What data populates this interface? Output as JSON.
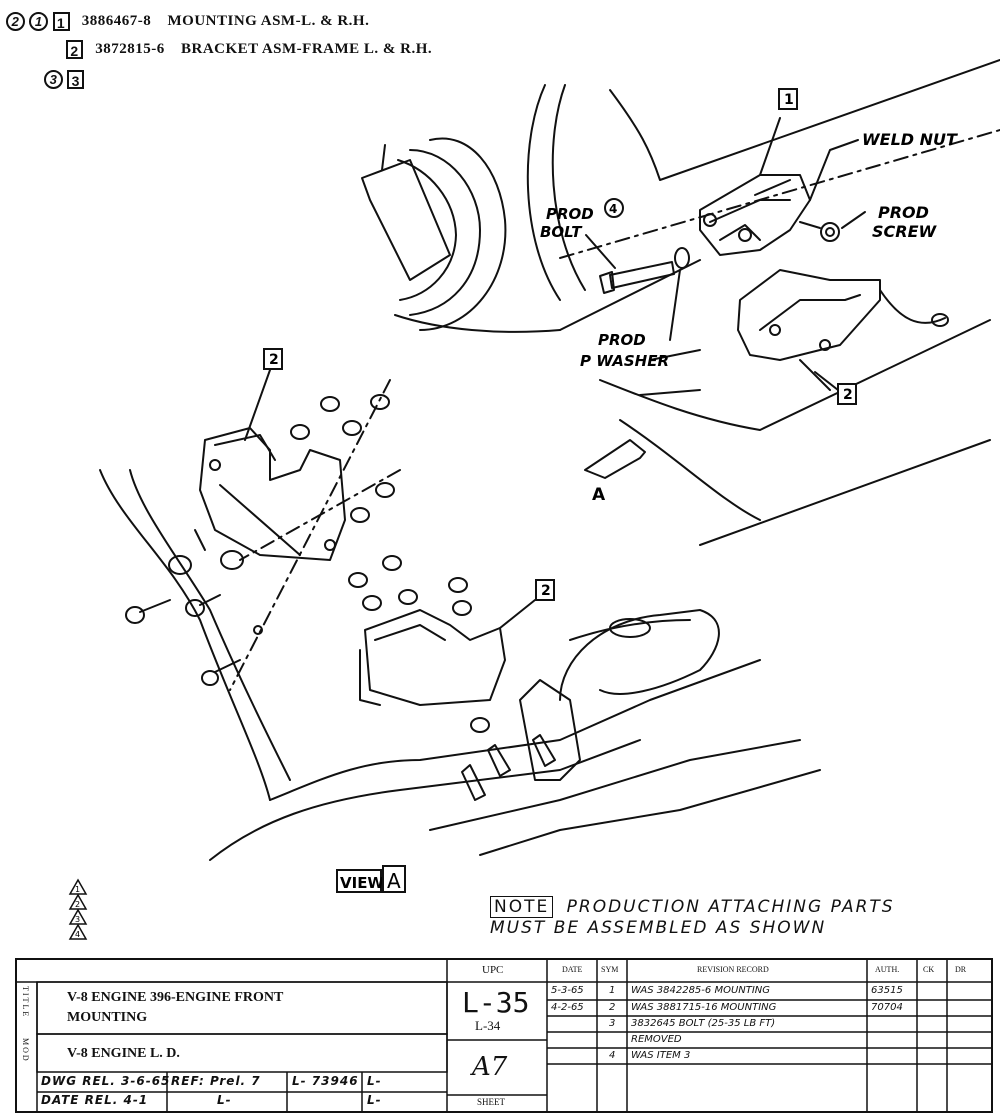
{
  "parts_list": [
    {
      "callouts": [
        "2",
        "1"
      ],
      "item": "1",
      "number": "3886467-8",
      "desc": "MOUNTING ASM-L. & R.H."
    },
    {
      "callouts": [],
      "item": "2",
      "number": "3872815-6",
      "desc": "BRACKET ASM-FRAME L. & R.H."
    },
    {
      "callouts": [
        "3"
      ],
      "item": "3",
      "number": "",
      "desc": ""
    }
  ],
  "labels": {
    "weld_nut": "WELD NUT",
    "prod_screw_1": "PROD",
    "prod_screw_2": "SCREW",
    "prod_bolt_1": "PROD",
    "prod_bolt_2": "BOLT",
    "bolt_callout": "4",
    "prod_washer_1": "PROD",
    "prod_washer_2": "P WASHER",
    "item1": "1",
    "item2a": "2",
    "item2b": "2",
    "item2c": "2",
    "view_arrow": "A",
    "view_label": "VIEW",
    "view_letter": "A"
  },
  "revision_triangles": [
    "1",
    "2",
    "3",
    "4"
  ],
  "note": {
    "tag": "NOTE",
    "line1": "PRODUCTION ATTACHING PARTS",
    "line2": "MUST BE ASSEMBLED AS SHOWN"
  },
  "title_block": {
    "title_side": "TITLE",
    "mod_side": "MOD",
    "title_line1": "V-8 ENGINE 396-ENGINE FRONT",
    "title_line2": "MOUNTING",
    "mod_text": "V-8 ENGINE L. D.",
    "dwg_line": "DWG REL. 3-6-65",
    "date_line": "DATE REL. 4-1",
    "ref": "REF: Prel. 7",
    "l_ref1": "L- 73946",
    "l_ref2": "L-",
    "l_ref3": "L-",
    "l_ref4": "L-",
    "upc_header": "UPC",
    "upc_code": "L-35",
    "upc_sub": "L-34",
    "sheet": "A7",
    "sheet_label": "SHEET",
    "rev_headers": [
      "DATE",
      "SYM",
      "REVISION RECORD",
      "AUTH.",
      "CK",
      "DR"
    ],
    "rev_rows": [
      {
        "date": "5-3-65",
        "sym": "1",
        "text": "WAS 3842285-6 MOUNTING",
        "auth": "63515"
      },
      {
        "date": "4-2-65",
        "sym": "2",
        "text": "WAS 3881715-16 MOUNTING",
        "auth": "70704"
      },
      {
        "date": "",
        "sym": "3",
        "text": "3832645 BOLT (25-35 LB FT)",
        "auth": ""
      },
      {
        "date": "",
        "sym": "",
        "text": "REMOVED",
        "auth": ""
      },
      {
        "date": "",
        "sym": "4",
        "text": "WAS ITEM 3",
        "auth": ""
      }
    ]
  }
}
